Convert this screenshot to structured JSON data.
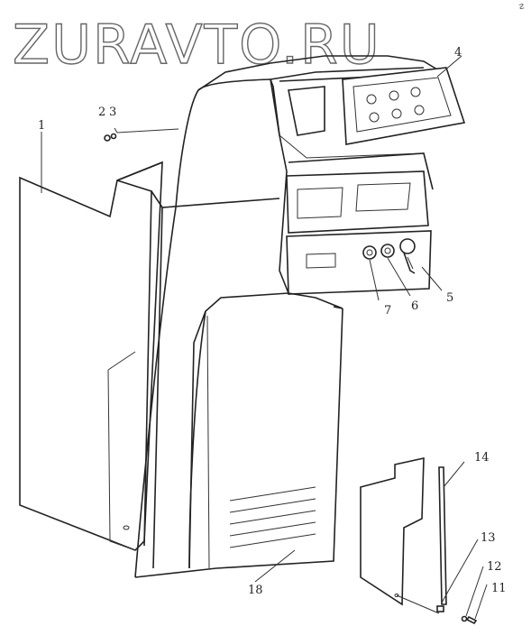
{
  "watermark": "ZURAVTO.RU",
  "corner_mark": "☡",
  "callouts": [
    {
      "id": "c1",
      "label": "1"
    },
    {
      "id": "c2",
      "label": "2"
    },
    {
      "id": "c3",
      "label": "3"
    },
    {
      "id": "c4",
      "label": "4"
    },
    {
      "id": "c5",
      "label": "5"
    },
    {
      "id": "c6",
      "label": "6"
    },
    {
      "id": "c7",
      "label": "7"
    },
    {
      "id": "c11",
      "label": "11"
    },
    {
      "id": "c12",
      "label": "12"
    },
    {
      "id": "c13",
      "label": "13"
    },
    {
      "id": "c14",
      "label": "14"
    },
    {
      "id": "c18",
      "label": "18"
    }
  ]
}
